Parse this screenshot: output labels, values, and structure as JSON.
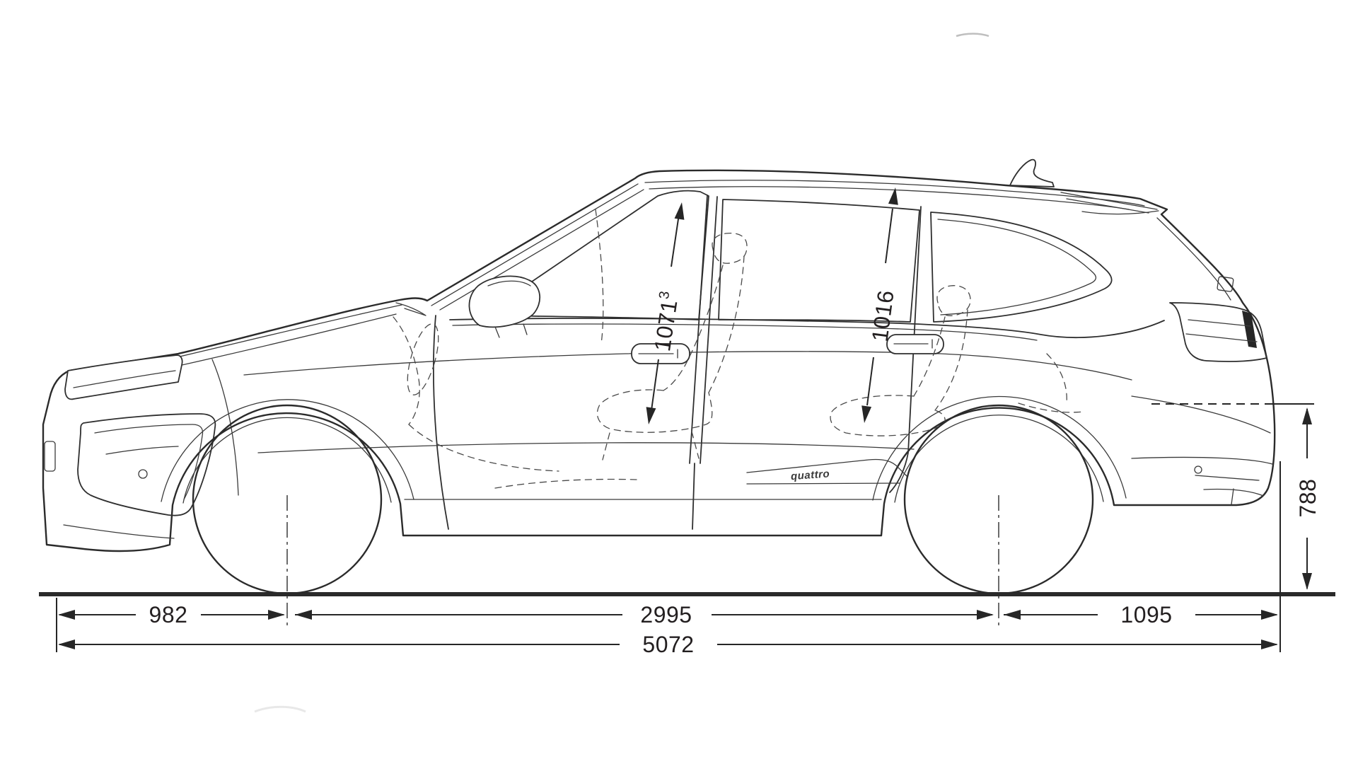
{
  "page": {
    "background": "#ffffff"
  },
  "diagram": {
    "type": "vehicle-side-view-dimension-drawing",
    "units": "mm",
    "badge_label": "quattro",
    "dimensions": {
      "front_overhang": "982",
      "wheelbase": "2995",
      "rear_overhang": "1095",
      "overall_length": "5072",
      "load_height": "788",
      "front_interior_height": "1071",
      "front_interior_height_sup": "3",
      "rear_interior_height": "1016"
    },
    "colors": {
      "line": "#2b2b2b",
      "dimension": "#262626",
      "background": "#ffffff"
    }
  }
}
